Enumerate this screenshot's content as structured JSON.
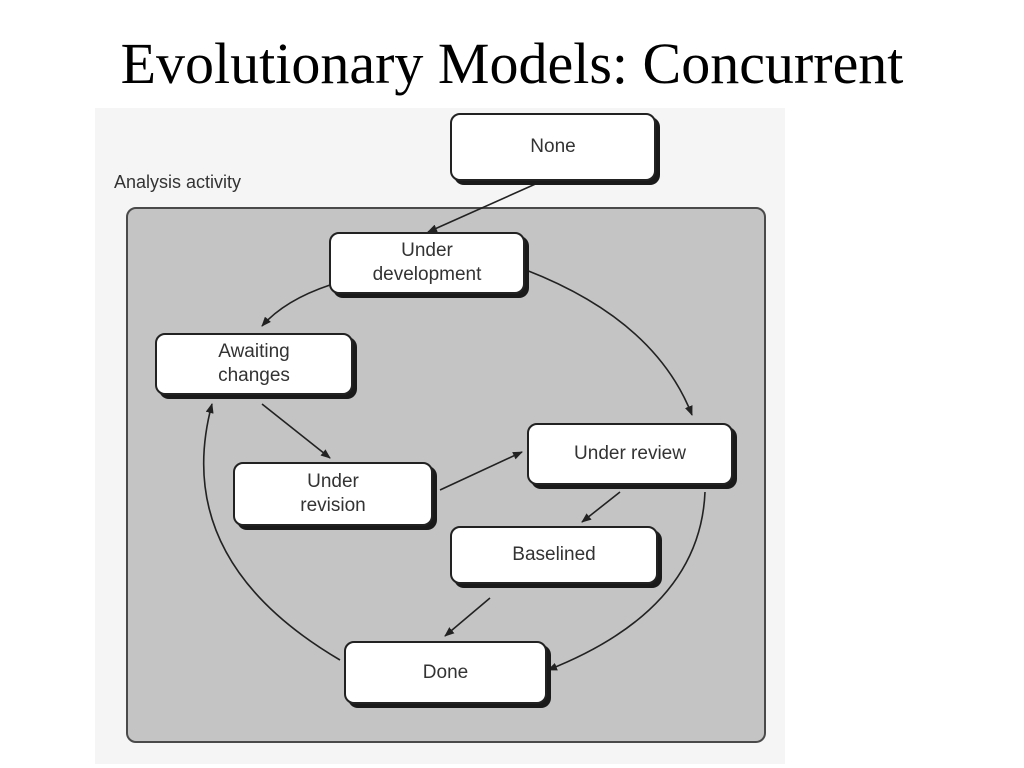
{
  "slide": {
    "title": "Evolutionary Models: Concurrent"
  },
  "diagram": {
    "container_label": "Analysis activity",
    "states": {
      "none": "None",
      "under_development": "Under\ndevelopment",
      "awaiting_changes": "Awaiting\nchanges",
      "under_revision": "Under\nrevision",
      "under_review": "Under review",
      "baselined": "Baselined",
      "done": "Done"
    }
  },
  "colors": {
    "container_fill": "#c4c4c4",
    "state_fill": "#ffffff",
    "stroke": "#222222"
  }
}
